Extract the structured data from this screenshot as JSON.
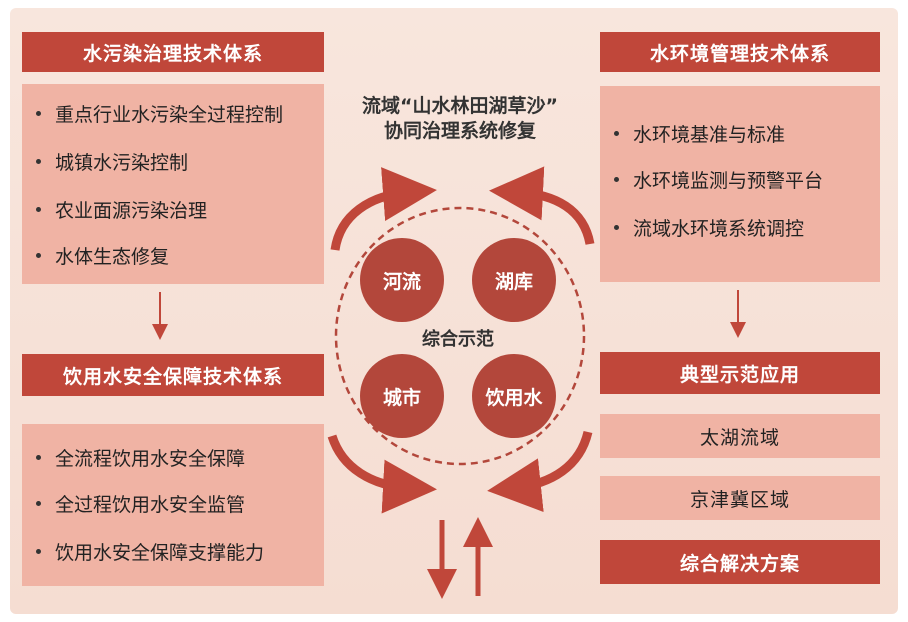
{
  "left_top": {
    "title": "水污染治理技术体系",
    "items": [
      "重点行业水污染全过程控制",
      "城镇水污染控制",
      "农业面源污染治理",
      "水体生态修复"
    ]
  },
  "left_bottom": {
    "title": "饮用水安全保障技术体系",
    "items": [
      "全流程饮用水安全保障",
      "全过程饮用水安全监管",
      "饮用水安全保障支撑能力"
    ]
  },
  "right_top": {
    "title": "水环境管理技术体系",
    "items": [
      "水环境基准与标准",
      "水环境监测与预警平台",
      "流域水环境系统调控"
    ]
  },
  "right_bottom": {
    "title": "典型示范应用",
    "items": [
      "太湖流域",
      "京津冀区域"
    ],
    "solution": "综合解决方案"
  },
  "center": {
    "title_line1": "流域“山水林田湖草沙”",
    "title_line2": "协同治理系统修复",
    "label": "综合示范",
    "circles": [
      "河流",
      "湖库",
      "城市",
      "饮用水"
    ]
  },
  "colors": {
    "header_bg": "#c0473a",
    "box_bg": "#f0b3a4",
    "circle_bg": "#b3473b",
    "arrow": "#c0473a",
    "canvas_bg": "#f8e6dd"
  }
}
